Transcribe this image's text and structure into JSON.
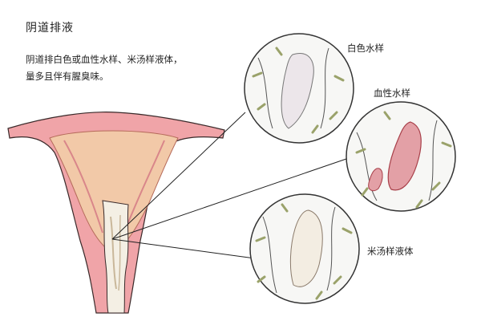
{
  "title": "阴道排液",
  "description": {
    "line1": "阴道排白色或血性水样、米汤样液体，",
    "line2": "量多且伴有腥臭味。"
  },
  "labels": {
    "white_watery": "白色水样",
    "bloody_watery": "血性水样",
    "rice_soup": "米汤样液体"
  },
  "colors": {
    "uterus_outer": "#f0a4a8",
    "uterus_inner": "#f2c9a8",
    "discharge_white": "#f4efe4",
    "discharge_blood": "#d8707a",
    "tissue_green": "#9aa26a",
    "outline": "#3a2a2a"
  }
}
